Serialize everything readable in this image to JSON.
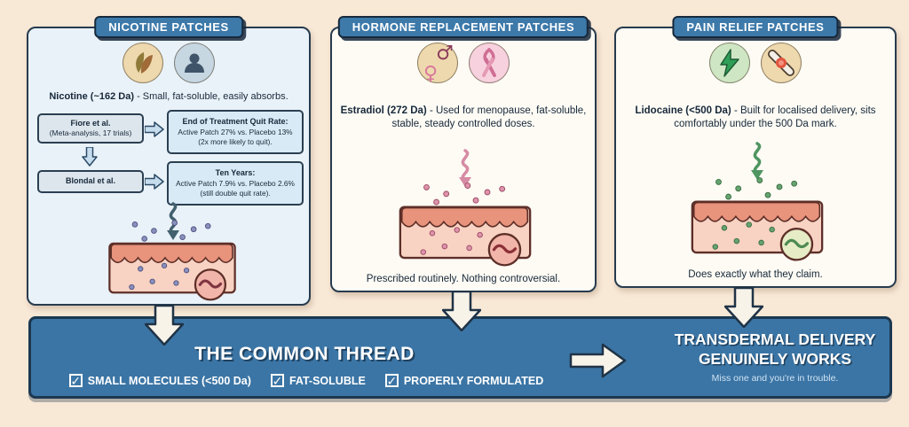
{
  "colors": {
    "background": "#f8e8d6",
    "header_blue": "#3d79a9",
    "banner_blue": "#3b75a5",
    "outline_dark": "#1c3850",
    "panel1_bg": "#e9f2f8",
    "nicotine_dots": "#8a90bd",
    "estradiol_dots": "#dd93ab",
    "lidocaine_dots": "#66a36f"
  },
  "icons": {
    "checkmark": "✓",
    "male": "♂",
    "female": "♀"
  },
  "panels": [
    {
      "title": "NICOTINE PATCHES",
      "molecule": "Nicotine (~162 Da)",
      "molecule_desc": "- Small, fat-soluble, easily absorbs.",
      "study1_name": "Fiore et al.",
      "study1_detail": "(Meta-analysis, 17 trials)",
      "result1_title": "End of Treatment Quit Rate:",
      "result1_line1": "Active Patch 27% vs. Placebo 13%",
      "result1_line2": "(2x more likely to quit).",
      "study2_name": "Blondal et al.",
      "result2_title": "Ten Years:",
      "result2_line1": "Active Patch 7.9% vs. Placebo 2.6%",
      "result2_line2": "(still double quit rate)."
    },
    {
      "title": "HORMONE REPLACEMENT PATCHES",
      "molecule": "Estradiol (272 Da)",
      "molecule_desc": "- Used for menopause, fat-soluble, stable, steady controlled doses.",
      "footer": "Prescribed routinely. Nothing controversial."
    },
    {
      "title": "PAIN RELIEF PATCHES",
      "molecule": "Lidocaine (<500 Da)",
      "molecule_desc": "- Built for localised delivery, sits comfortably under the 500 Da mark.",
      "footer": "Does exactly what they claim."
    }
  ],
  "banner": {
    "title": "THE COMMON THREAD",
    "checklist": [
      "SMALL MOLECULES (<500 Da)",
      "FAT-SOLUBLE",
      "PROPERLY FORMULATED"
    ],
    "conclusion_line1": "TRANSDERMAL DELIVERY",
    "conclusion_line2": "GENUINELY WORKS",
    "conclusion_note": "Miss one and you're in trouble."
  }
}
